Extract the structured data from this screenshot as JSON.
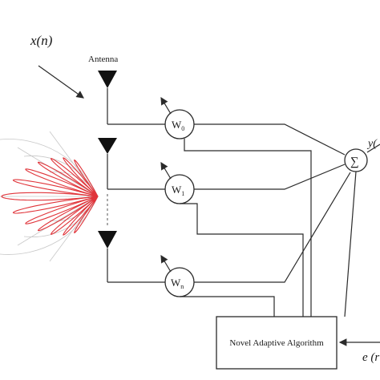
{
  "diagram": {
    "input_signal": "x(n)",
    "antenna_label": "Antenna",
    "weights": [
      {
        "base": "W",
        "sub": "0"
      },
      {
        "base": "W",
        "sub": "1"
      },
      {
        "base": "W",
        "sub": "n"
      }
    ],
    "summer_symbol": "∑",
    "output_signal": "y(",
    "algorithm_label": "Novel Adaptive Algorithm",
    "error_signal": "e (r",
    "colors": {
      "beam_pattern": "#e0343a",
      "lines": "#2a2a2a"
    }
  }
}
